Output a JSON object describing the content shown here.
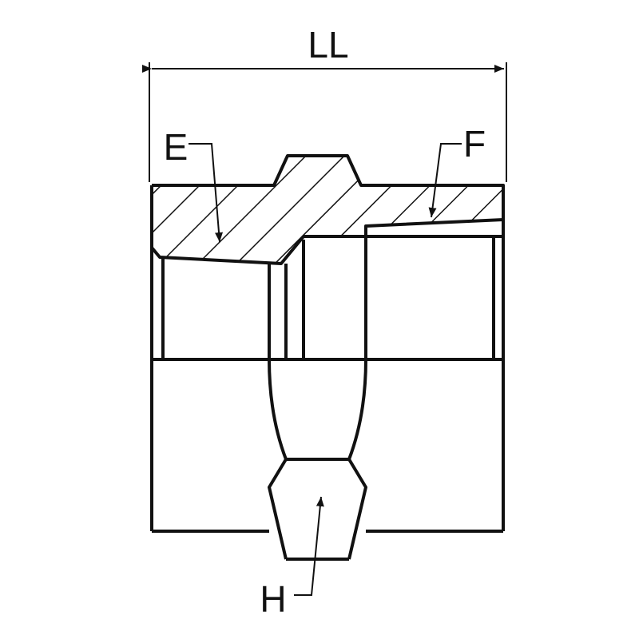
{
  "labels": {
    "overall_length": "LL",
    "thread_e": "E",
    "thread_f": "F",
    "hex": "H"
  },
  "colors": {
    "line": "#111111",
    "background": "#ffffff"
  }
}
